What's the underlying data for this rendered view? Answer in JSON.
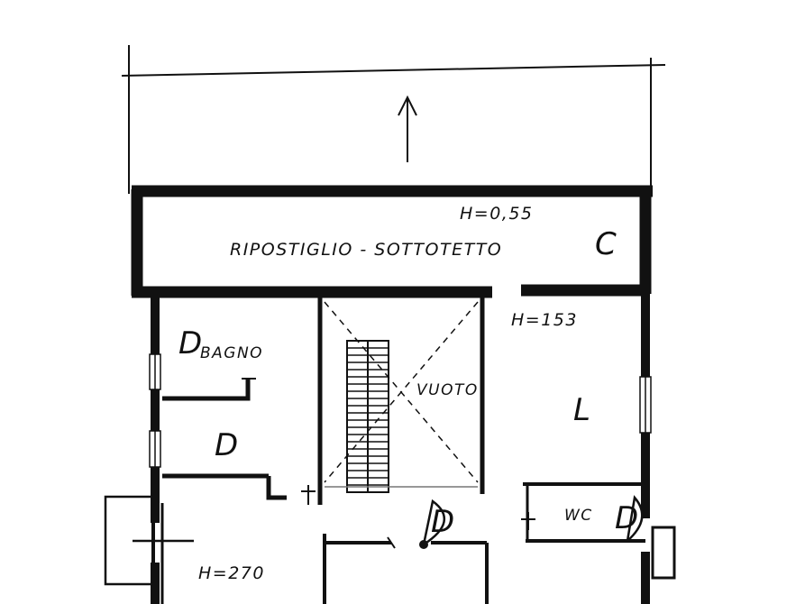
{
  "plan": {
    "room_labels": {
      "storage_height": "H=0,55",
      "storage_name": "RIPOSTIGLIO - SOTTOTETTO",
      "storage_letter": "C",
      "bath_name": "BAGNO",
      "bath_letter": "D",
      "bedroom_letter": "D",
      "void_name": "VUOTO",
      "right_room_height": "H=153",
      "right_room_letter": "L",
      "wc_name": "WC",
      "wc_letter": "D",
      "hall_letter": "D",
      "lower_room_height": "H=270"
    }
  }
}
